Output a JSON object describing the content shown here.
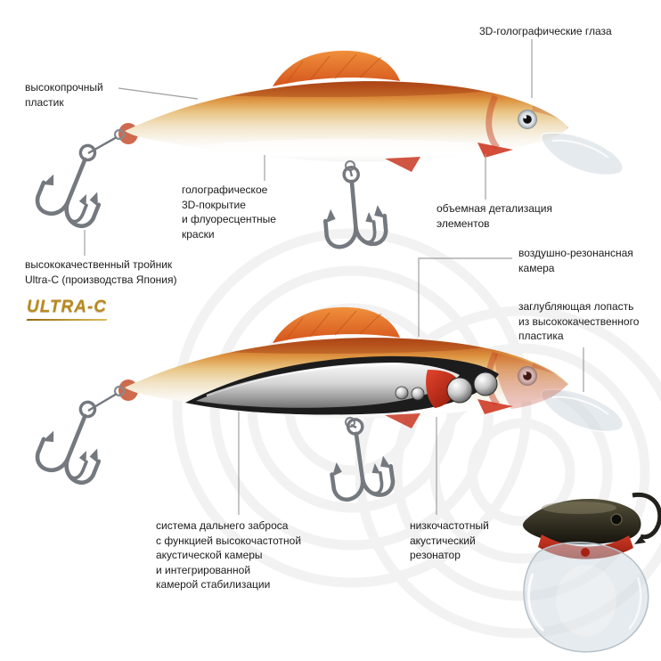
{
  "callouts": {
    "eyes": "3D-голографические глаза",
    "plastic": "высокопрочный\nпластик",
    "coating": "голографическое\n3D-покрытие\nи флуоресцентные\nкраски",
    "detailing": "объемная детализация\nэлементов",
    "treble": "высококачественный тройник\nUltra-C (производства Япония)",
    "air_chamber": "воздушно-резонансная\nкамера",
    "diving_lip": "заглубляющая лопасть\nиз высококачественного\nпластика",
    "cast_system": "система дальнего заброса\nс функцией высокочастотной\nакустической камеры\nи интегрированной\nкамерой стабилизации",
    "resonator": "низкочастотный\nакустический\nрезонатор"
  },
  "logo": {
    "text": "ULTRA-C"
  },
  "colors": {
    "accent_red": "#c8341e",
    "body_orange": "#c45e20",
    "logo_gold": "#b8891c",
    "pointer_line": "#9f9f9f",
    "text": "#1b1b1b"
  }
}
